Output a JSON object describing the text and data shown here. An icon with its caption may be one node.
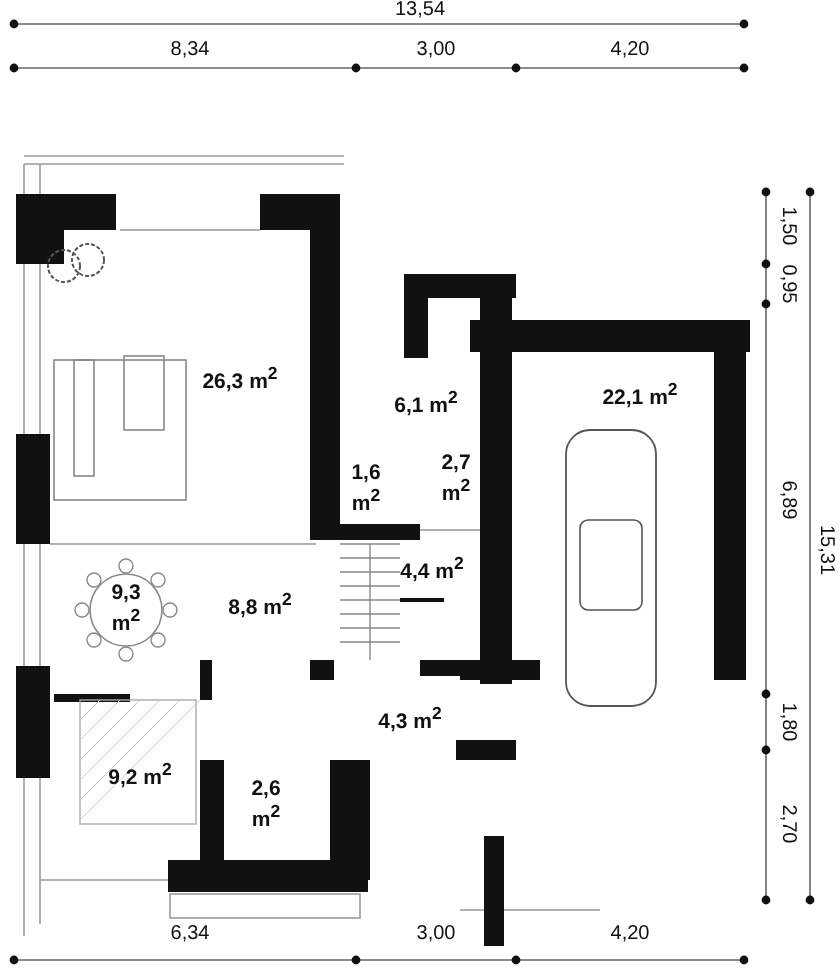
{
  "diagram": {
    "labels": [
      "13,54",
      "8,34",
      "3,00",
      "4,20",
      "1,50",
      "0,95",
      "26,3 m$^{2}$",
      "6,1 m$^{2}$",
      "22,1 m$^{2}$",
      "1,6 m$^{2}$",
      "2,7 m$^{2}$",
      "4,4 m$^{2}$",
      "6,89",
      "15,31",
      "9,3 m$^{2}$",
      "8,8 m$^{2}$",
      "4,3 m$^{2}$",
      "1,80",
      "9,2 m$^{2}$",
      "2,6 m$^{2}$",
      "2,70",
      "6,34",
      "3,00",
      "4,20"
    ]
  }
}
